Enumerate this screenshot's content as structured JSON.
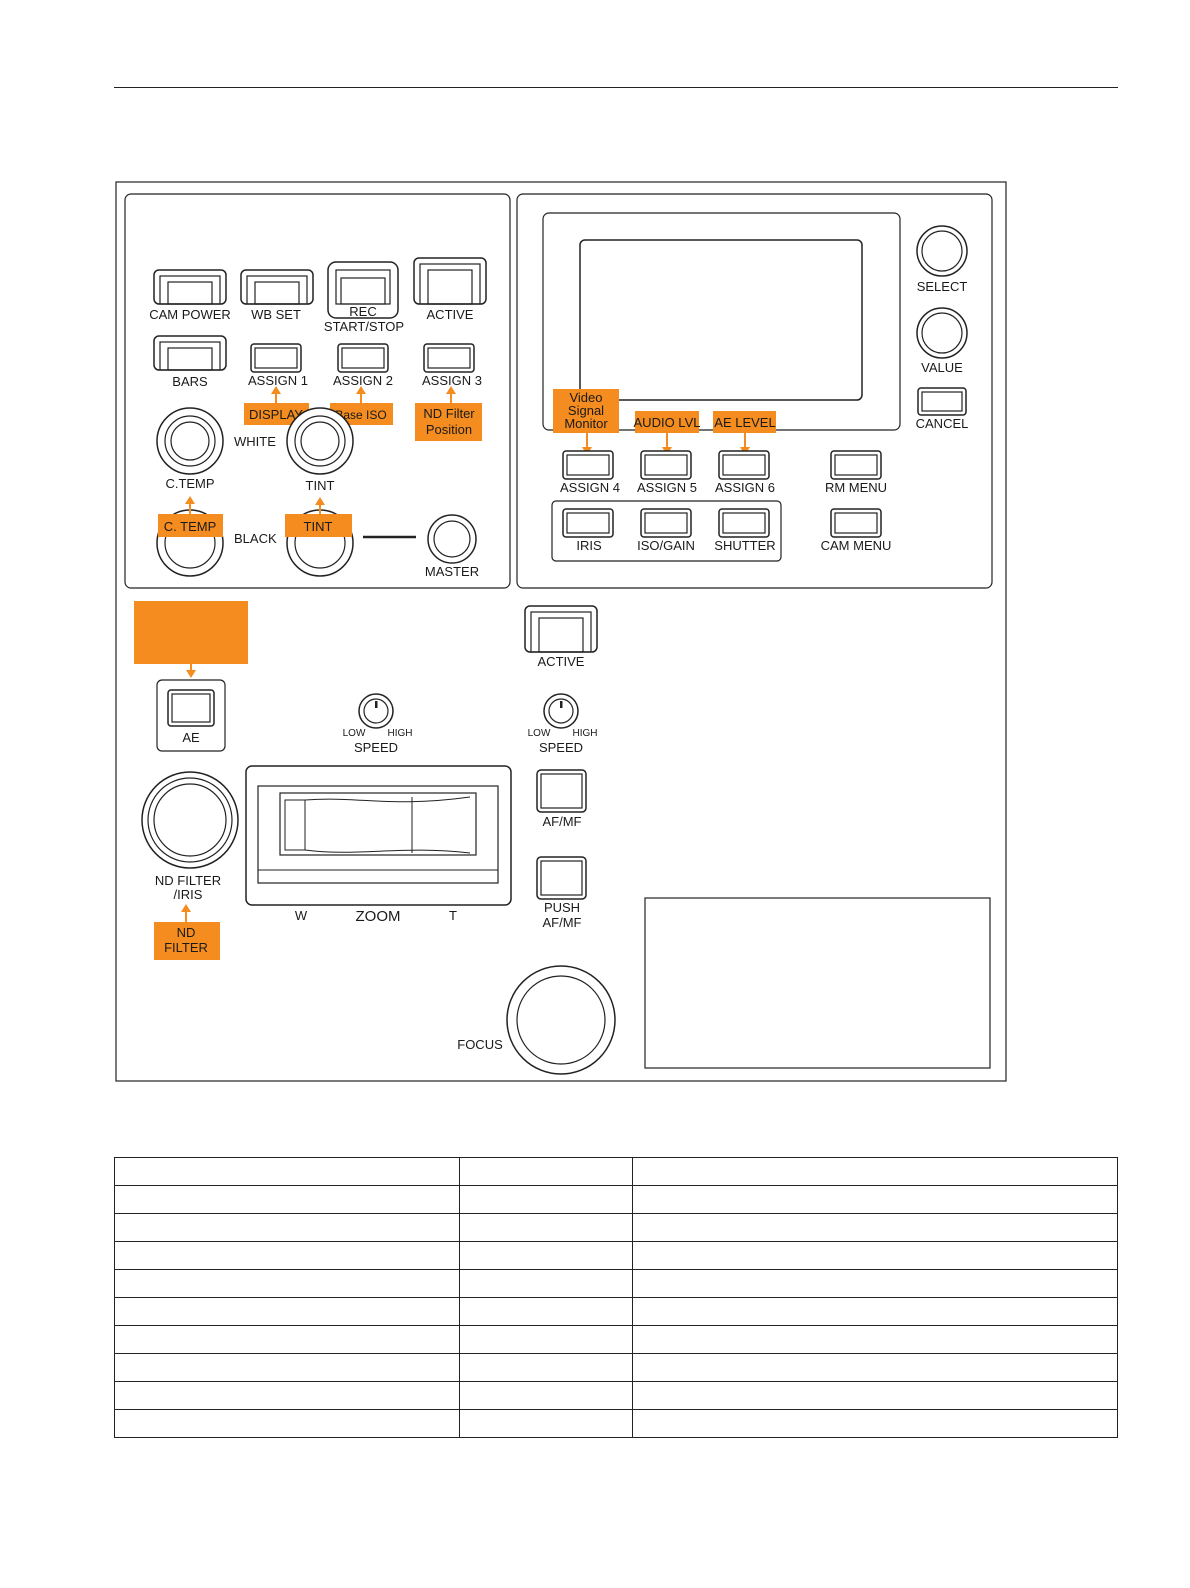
{
  "panel": {
    "top_buttons": [
      {
        "id": "cam-power",
        "label": "CAM POWER"
      },
      {
        "id": "wb-set",
        "label": "WB SET"
      },
      {
        "id": "rec",
        "label_line1": "REC",
        "label_line2": "START/STOP"
      },
      {
        "id": "active",
        "label": "ACTIVE"
      }
    ],
    "bars_label": "BARS",
    "assign_buttons": [
      {
        "id": "assign-1",
        "label": "ASSIGN 1",
        "tag": "DISPLAY"
      },
      {
        "id": "assign-2",
        "label": "ASSIGN 2",
        "tag": "Base ISO"
      },
      {
        "id": "assign-3",
        "label": "ASSIGN 3",
        "tag_line1": "ND Filter",
        "tag_line2": "Position"
      }
    ],
    "knob_labels": {
      "white": "WHITE",
      "black": "BLACK",
      "ctemp": "C.TEMP",
      "tint": "TINT",
      "master": "MASTER",
      "ctemp_tag": "C. TEMP",
      "tint_tag": "TINT"
    },
    "right_knobs": {
      "select": "SELECT",
      "value": "VALUE",
      "cancel": "CANCEL"
    },
    "right_assign": [
      {
        "id": "assign-4",
        "label": "ASSIGN 4",
        "tag_line1": "Video",
        "tag_line2": "Signal",
        "tag_line3": "Monitor"
      },
      {
        "id": "assign-5",
        "label": "ASSIGN 5",
        "tag": "AUDIO LVL"
      },
      {
        "id": "assign-6",
        "label": "ASSIGN 6",
        "tag": "AE LEVEL"
      }
    ],
    "rm_menu": "RM MENU",
    "cam_menu": "CAM MENU",
    "exposure_buttons": [
      "IRIS",
      "ISO/GAIN",
      "SHUTTER"
    ],
    "lower": {
      "active2": "ACTIVE",
      "ae": "AE",
      "nd_filter_iris_line1": "ND FILTER",
      "nd_filter_iris_line2": "/IRIS",
      "nd_tag_line1": "ND",
      "nd_tag_line2": "FILTER",
      "speed_label": "SPEED",
      "low": "LOW",
      "high": "HIGH",
      "zoom_label": "ZOOM",
      "zoom_w": "W",
      "zoom_t": "T",
      "afmf": "AF/MF",
      "push_line1": "PUSH",
      "push_line2": "AF/MF",
      "focus": "FOCUS"
    },
    "colors": {
      "accent": "#f48c1f",
      "line": "#222222"
    }
  },
  "table": {
    "rows": 10,
    "cols": 3
  }
}
